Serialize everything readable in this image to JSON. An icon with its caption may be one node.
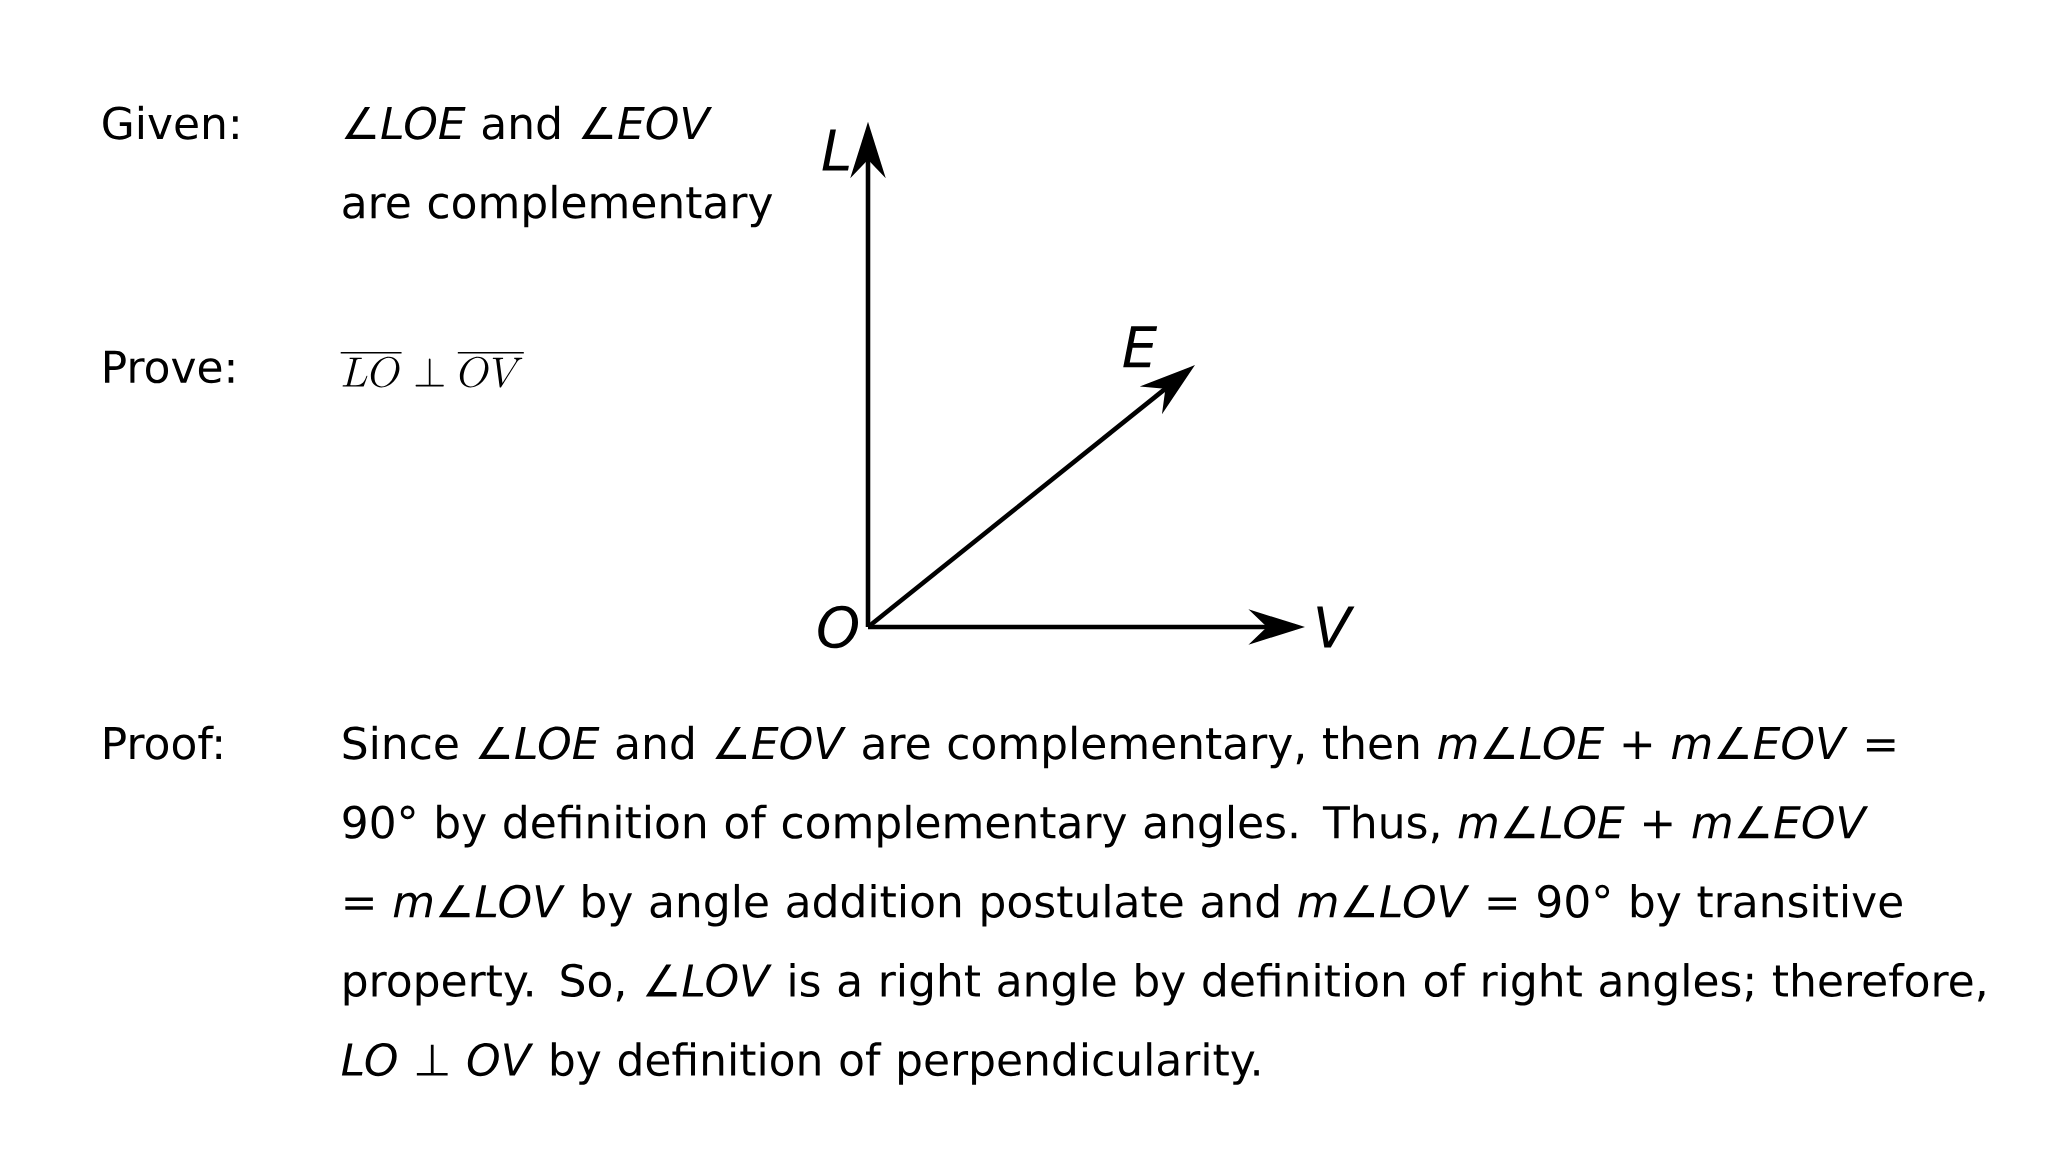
{
  "diagram": {
    "nodes": [
      {
        "text": [
          "*O*"
        ]
      },
      {
        "text": [
          "*L*"
        ]
      },
      {
        "text": [
          "*E*"
        ]
      },
      {
        "text": [
          "*V*"
        ]
      }
    ],
    "edges": [
      {
        "from": 0,
        "to": 1,
        "arrow": "to"
      },
      {
        "from": 0,
        "to": 2,
        "arrow": "to"
      },
      {
        "from": 0,
        "to": 3,
        "arrow": "to"
      }
    ],
    "labels": [
      "Given:",
      "∠*LOE* and ∠*EOV* are complementary",
      "Prove:",
      "\\overline{LO} \\perp \\overline{OV}",
      "Proof:",
      "Since ∠*LOE* and ∠*EOV* are complementary, then *m*∠*LOE* + *m*∠*EOV* = 90° by definition of complementary angles.  Thus, *m*∠*LOE* + *m*∠*EOV* = *m*∠*LOV* by angle addition postulate and *m*∠*LOV* = 90° by transitive property. So, ∠*LOV* is a right angle by definition of right angles; therefore, *LO* ⊥ *OV* by definition of perpendicularity."
    ]
  }
}
